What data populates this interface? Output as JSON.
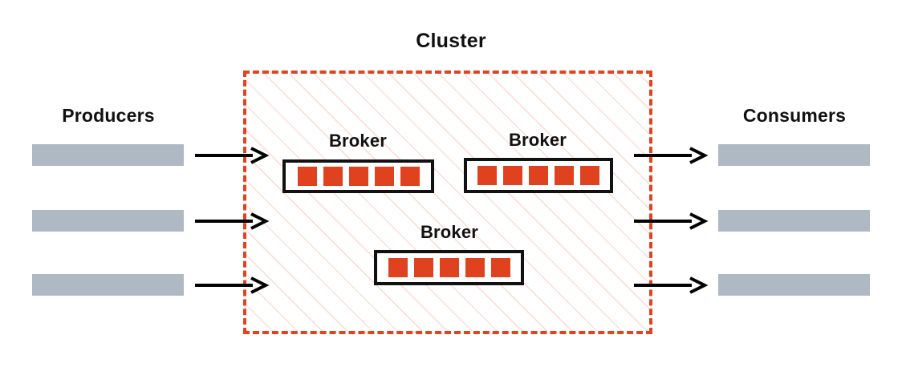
{
  "diagram": {
    "title": "Cluster",
    "type": "messaging-cluster-architecture",
    "colors": {
      "cluster_border": "#e0441f",
      "cluster_hatch": "#f6c9bd",
      "partition": "#e0421f",
      "endpoint_bar": "#aeb9c4",
      "arrow": "#000000",
      "text": "#111111",
      "broker_border": "#111111",
      "background": "#ffffff"
    }
  },
  "left_group": {
    "label": "Producers",
    "nodes": [
      {
        "id": "producer-1"
      },
      {
        "id": "producer-2"
      },
      {
        "id": "producer-3"
      }
    ]
  },
  "right_group": {
    "label": "Consumers",
    "nodes": [
      {
        "id": "consumer-1"
      },
      {
        "id": "consumer-2"
      },
      {
        "id": "consumer-3"
      }
    ]
  },
  "cluster": {
    "label": "Cluster",
    "brokers": [
      {
        "label": "Broker",
        "partition_count": 5
      },
      {
        "label": "Broker",
        "partition_count": 5
      },
      {
        "label": "Broker",
        "partition_count": 5
      }
    ]
  },
  "arrows": {
    "inbound": [
      {
        "from": "producer-1",
        "to": "cluster",
        "direction": "right"
      },
      {
        "from": "producer-2",
        "to": "cluster",
        "direction": "right"
      },
      {
        "from": "producer-3",
        "to": "cluster",
        "direction": "right"
      }
    ],
    "outbound": [
      {
        "from": "cluster",
        "to": "consumer-1",
        "direction": "right"
      },
      {
        "from": "cluster",
        "to": "consumer-2",
        "direction": "right"
      },
      {
        "from": "cluster",
        "to": "consumer-3",
        "direction": "right"
      }
    ]
  }
}
